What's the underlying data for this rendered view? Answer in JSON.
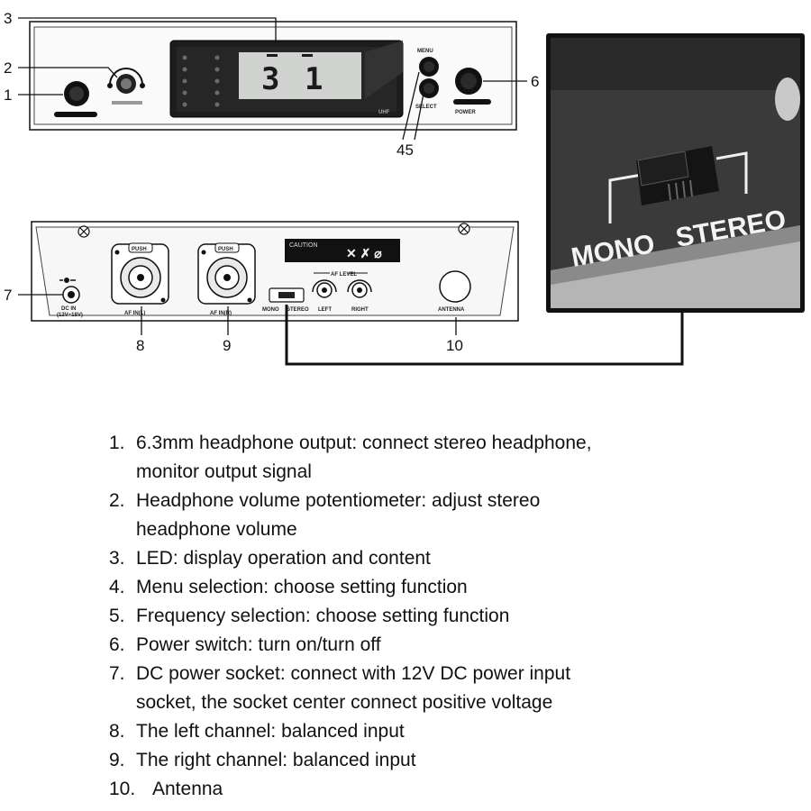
{
  "callouts": {
    "c1": "1",
    "c2": "2",
    "c3": "3",
    "c45": "45",
    "c6": "6",
    "c7": "7",
    "c8": "8",
    "c9": "9",
    "c10": "10"
  },
  "front_panel": {
    "display_value": "3 1",
    "display_left_digit": "3",
    "display_right_digit": "1",
    "menu_button_label": "MENU",
    "freq_button_label": "SELECT",
    "power_label": "POWER",
    "display_tag": "UHF"
  },
  "rear_panel": {
    "caution_label": "CAUTION",
    "dc_label_top": "DC IN",
    "dc_label_bottom": "(12V~18V)",
    "xlr_push": "PUSH",
    "left_input_label": "AF IN(L)",
    "right_input_label": "AF IN(R)",
    "af_level_label": "AF LEVEL",
    "left_knob_label": "LEFT",
    "right_knob_label": "RIGHT",
    "mono_label": "MONO",
    "stereo_label": "STEREO",
    "antenna_label": "ANTENNA"
  },
  "switch_photo": {
    "mono": "MONO",
    "stereo": "STEREO"
  },
  "legend": [
    {
      "num": "1.",
      "lines": [
        "6.3mm headphone output: connect stereo headphone,",
        "monitor output signal"
      ]
    },
    {
      "num": "2.",
      "lines": [
        "Headphone volume potentiometer: adjust stereo",
        "headphone volume"
      ]
    },
    {
      "num": "3.",
      "lines": [
        "LED: display operation and content"
      ]
    },
    {
      "num": "4.",
      "lines": [
        "Menu selection: choose setting function"
      ]
    },
    {
      "num": "5.",
      "lines": [
        "Frequency selection: choose setting function"
      ]
    },
    {
      "num": "6.",
      "lines": [
        "Power switch: turn on/turn off"
      ]
    },
    {
      "num": "7.",
      "lines": [
        "DC power socket: connect with 12V DC power input",
        "socket, the socket center connect positive voltage"
      ]
    },
    {
      "num": "8.",
      "lines": [
        "The left channel: balanced input"
      ]
    },
    {
      "num": "9.",
      "lines": [
        "The right channel: balanced input"
      ]
    },
    {
      "num": "10.",
      "lines": [
        "Antenna"
      ]
    }
  ],
  "colors": {
    "line": "#111111",
    "panel_fill": "#f7f7f7",
    "display_bg": "#1d1d1d",
    "lcd": "#cfd2cf",
    "photo_bg": "#3a3a3a"
  }
}
